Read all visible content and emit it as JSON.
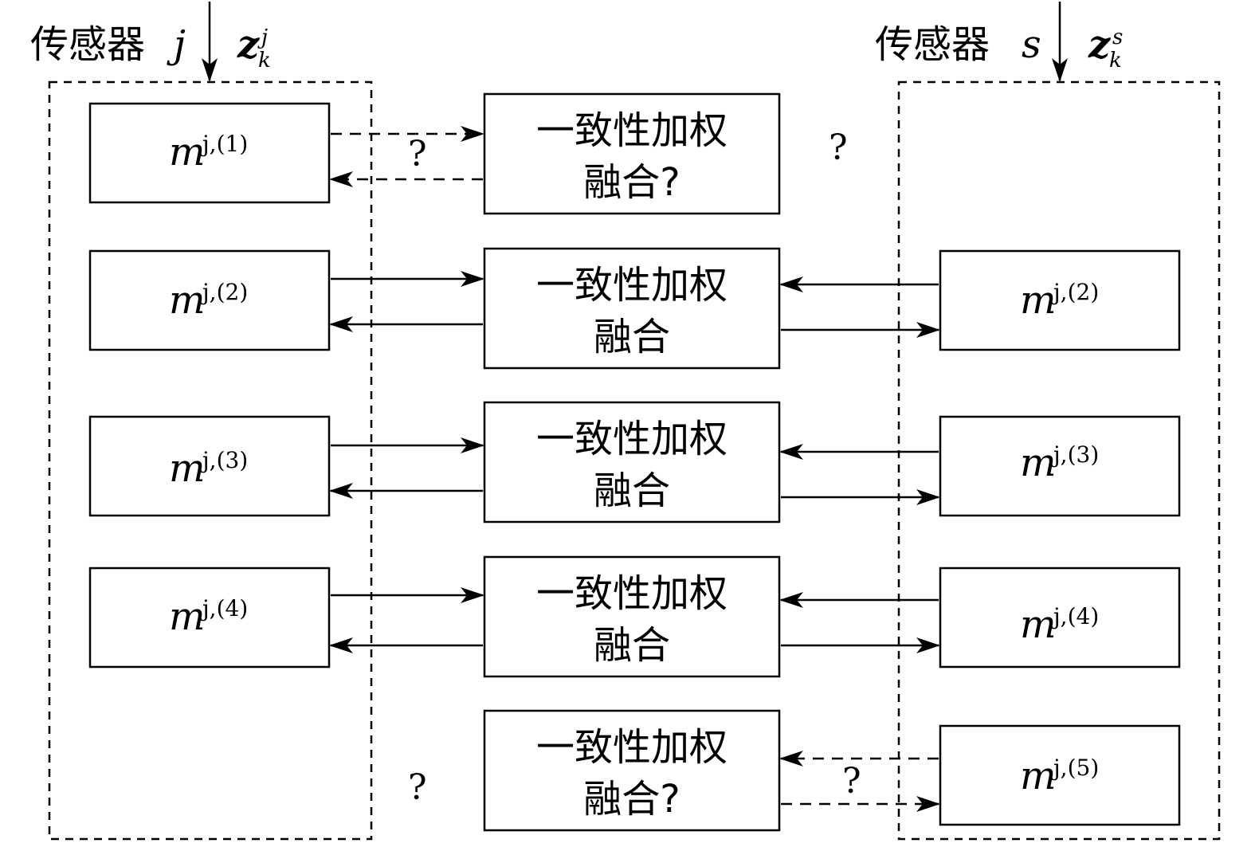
{
  "sensor_j": {
    "label": "传感器",
    "var": "j",
    "meas_main": "z",
    "meas_sub": "k",
    "meas_sup": "j"
  },
  "sensor_s": {
    "label": "传感器",
    "var": "s",
    "meas_main": "z",
    "meas_sub": "k",
    "meas_sup": "s"
  },
  "left_models": [
    {
      "main": "m",
      "sup": "j,(1)"
    },
    {
      "main": "m",
      "sup": "j,(2)"
    },
    {
      "main": "m",
      "sup": "j,(3)"
    },
    {
      "main": "m",
      "sup": "j,(4)"
    }
  ],
  "right_models": [
    {
      "main": "m",
      "sup": "j,(2)"
    },
    {
      "main": "m",
      "sup": "j,(3)"
    },
    {
      "main": "m",
      "sup": "j,(4)"
    },
    {
      "main": "m",
      "sup": "j,(5)"
    }
  ],
  "fusion_boxes": [
    {
      "line1": "一致性加权",
      "line2": "融合?"
    },
    {
      "line1": "一致性加权",
      "line2": "融合"
    },
    {
      "line1": "一致性加权",
      "line2": "融合"
    },
    {
      "line1": "一致性加权",
      "line2": "融合"
    },
    {
      "line1": "一致性加权",
      "line2": "融合?"
    }
  ],
  "question_marks": [
    "?",
    "?",
    "?",
    "?"
  ],
  "colors": {
    "stroke": "#000000",
    "background": "#ffffff"
  }
}
